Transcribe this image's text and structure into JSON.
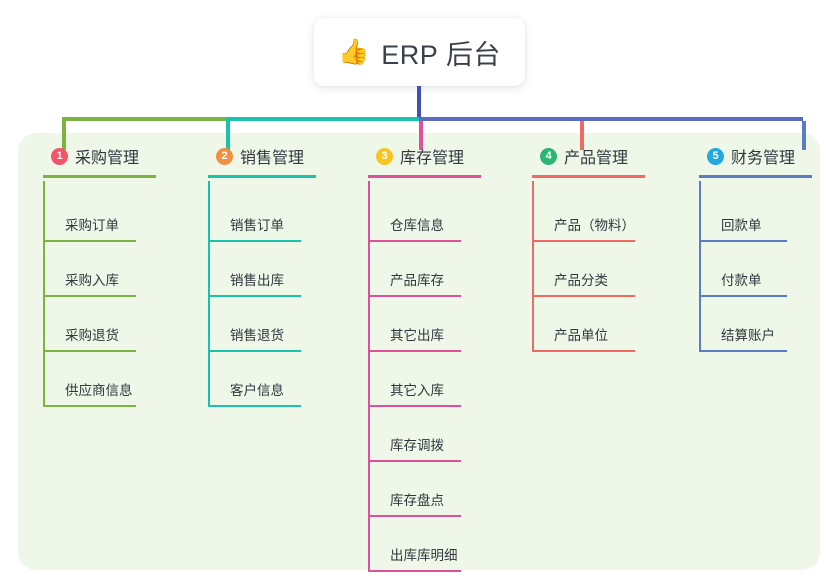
{
  "title": {
    "icon": "thumbs-up-icon",
    "emoji": "👍",
    "text": "ERP 后台"
  },
  "theme": {
    "panel_bg": "#eef7e8",
    "card_bg": "#ffffff",
    "trunk_color": "#3f51b5",
    "bus_right_color": "#5c6bc0"
  },
  "columns": [
    {
      "number": "1",
      "label": "采购管理",
      "badge_color": "#f2556a",
      "line_color": "#7cb342",
      "items": [
        "采购订单",
        "采购入库",
        "采购退货",
        "供应商信息"
      ]
    },
    {
      "number": "2",
      "label": "销售管理",
      "badge_color": "#f3903f",
      "line_color": "#18c2ab",
      "items": [
        "销售订单",
        "销售出库",
        "销售退货",
        "客户信息"
      ]
    },
    {
      "number": "3",
      "label": "库存管理",
      "badge_color": "#f6c51f",
      "line_color": "#e0509a",
      "items": [
        "仓库信息",
        "产品库存",
        "其它出库",
        "其它入库",
        "库存调拨",
        "库存盘点",
        "出库库明细"
      ]
    },
    {
      "number": "4",
      "label": "产品管理",
      "badge_color": "#2bb673",
      "line_color": "#ef6a63",
      "items": [
        "产品（物料）",
        "产品分类",
        "产品单位"
      ]
    },
    {
      "number": "5",
      "label": "财务管理",
      "badge_color": "#21a8e0",
      "line_color": "#5c7cc4",
      "items": [
        "回款单",
        "付款单",
        "结算账户"
      ]
    }
  ]
}
